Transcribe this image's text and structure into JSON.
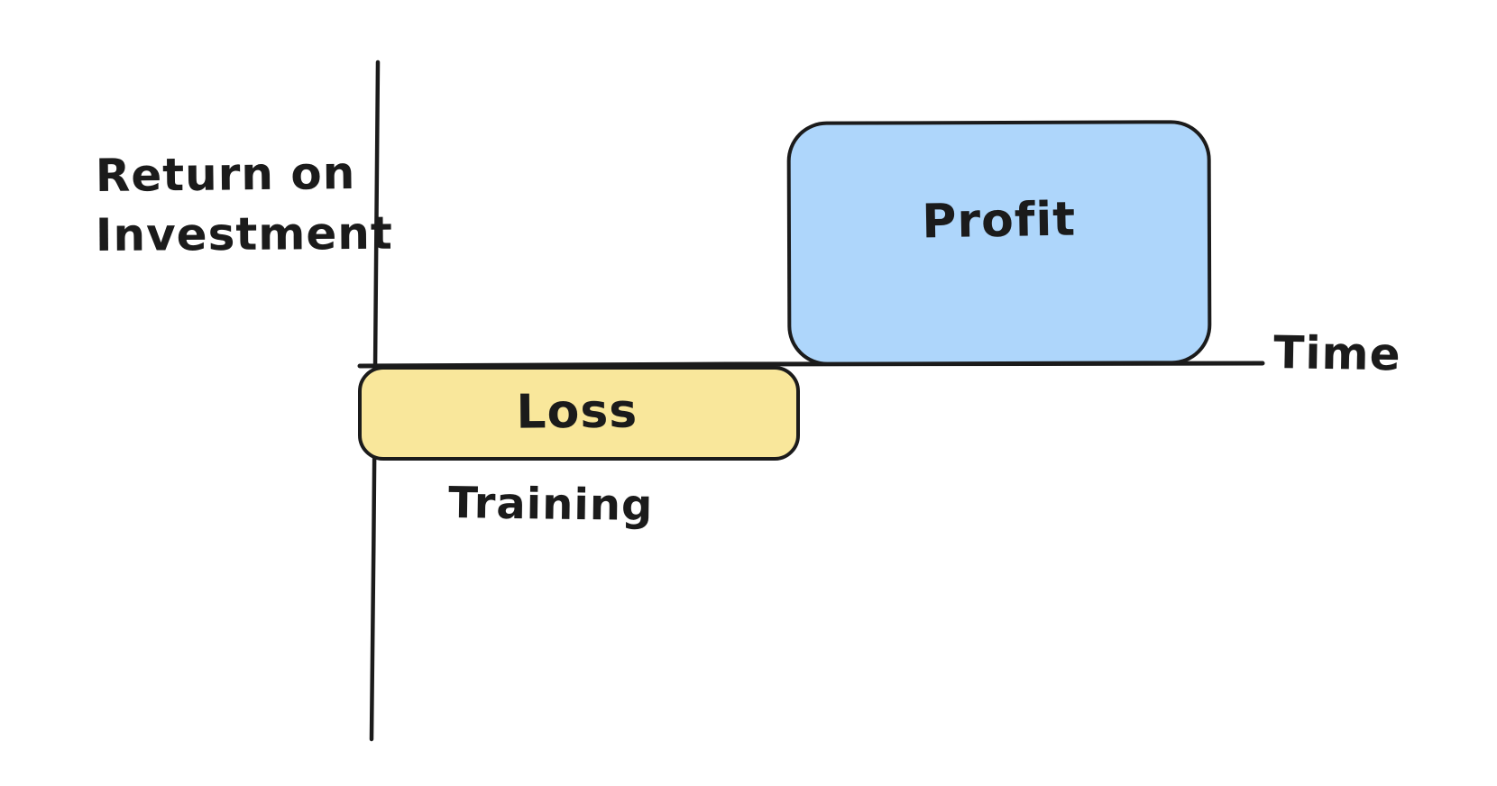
{
  "figure": {
    "background_color": "#ffffff",
    "stroke_color": "#1b1b1b",
    "y_axis": {
      "label_line1": "Return on",
      "label_line2": "Investment"
    },
    "x_axis": {
      "label": "Time"
    },
    "profit_box": {
      "label": "Profit",
      "fill": "#aed6fb"
    },
    "loss_box": {
      "label": "Loss",
      "fill": "#f9e79b"
    },
    "training_label": "Training"
  }
}
